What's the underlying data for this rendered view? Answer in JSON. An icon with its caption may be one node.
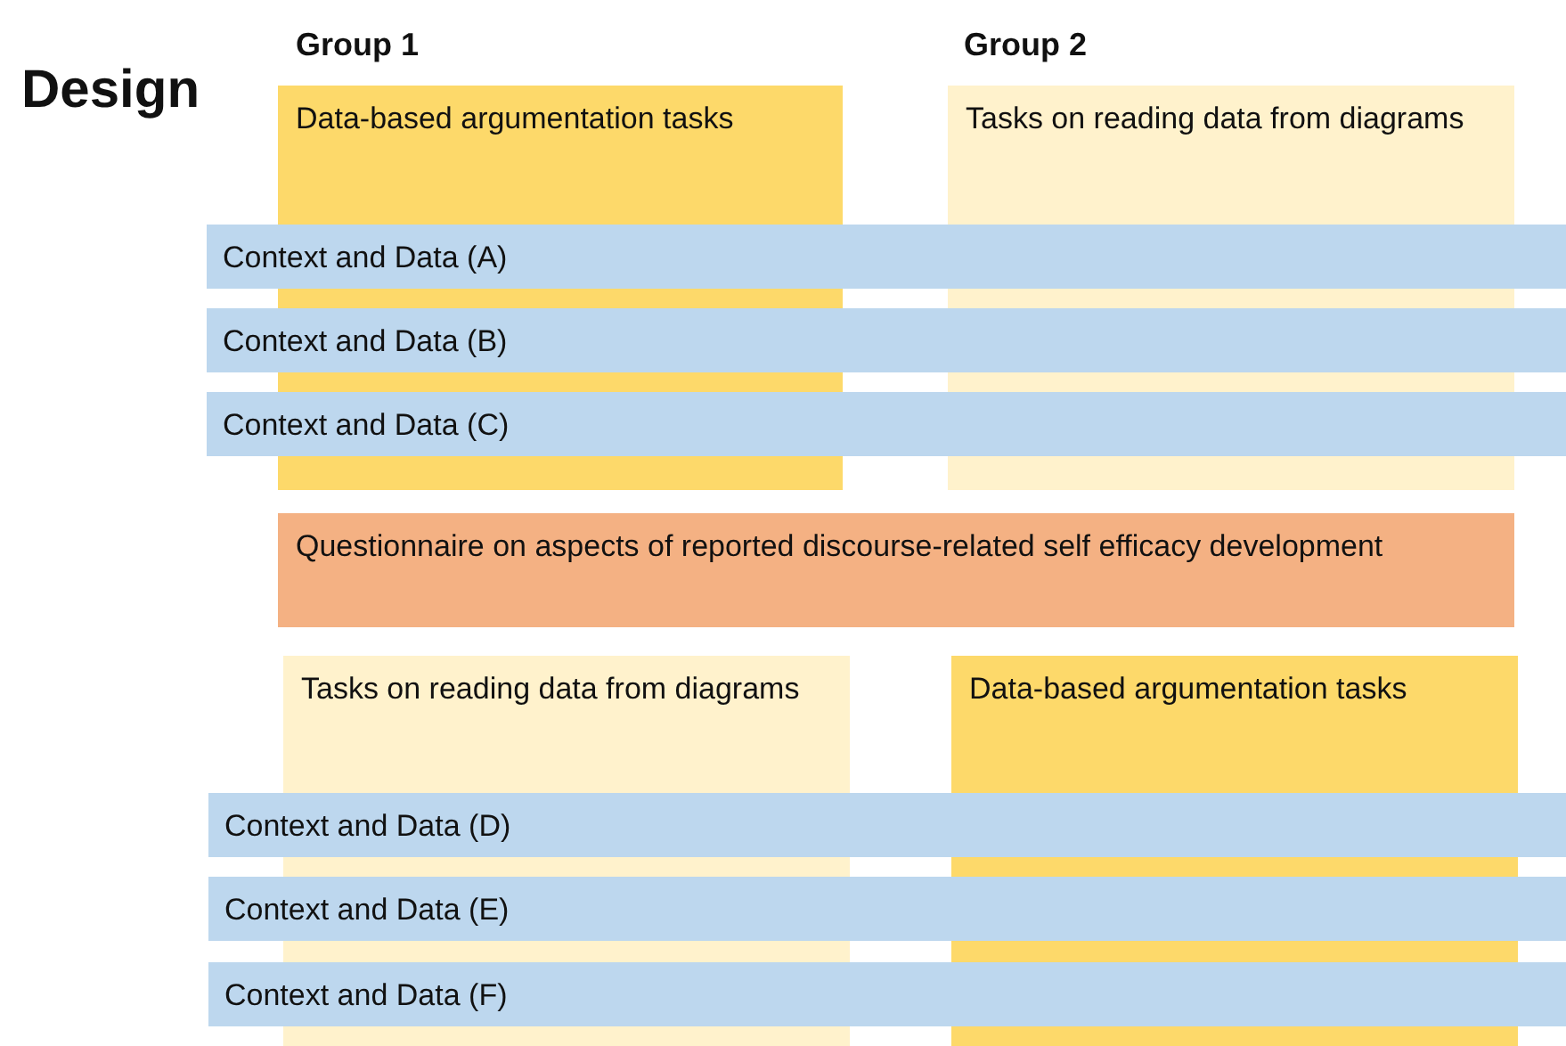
{
  "diagram": {
    "nodes": [
      {
        "text": [
          "Data-based argumentation tasks"
        ]
      },
      {
        "text": [
          "Tasks on reading data from diagrams"
        ]
      },
      {
        "text": [
          "Context and Data (A)"
        ]
      },
      {
        "text": [
          "Context and Data (B)"
        ]
      },
      {
        "text": [
          "Context and Data (C)"
        ]
      },
      {
        "text": [
          "Questionnaire on aspects of reported discourse-related self efficacy development"
        ]
      },
      {
        "text": [
          "Tasks on reading data from diagrams"
        ]
      },
      {
        "text": [
          "Data-based argumentation tasks"
        ]
      },
      {
        "text": [
          "Context and Data (D)"
        ]
      },
      {
        "text": [
          "Context and Data (E)"
        ]
      },
      {
        "text": [
          "Context and Data (F)"
        ]
      }
    ],
    "labels": [
      "Design",
      "Group 1",
      "Group 2"
    ]
  }
}
